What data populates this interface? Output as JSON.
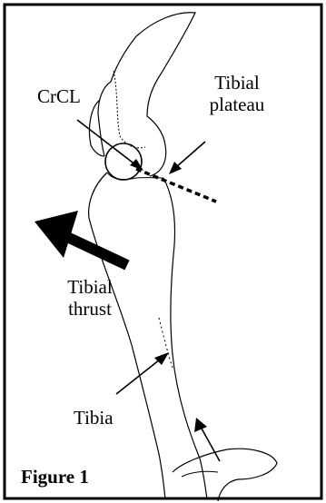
{
  "labels": {
    "crcl": "CrCL",
    "tibial_plateau_line1": "Tibial",
    "tibial_plateau_line2": "plateau",
    "tibial_thrust_line1": "Tibial",
    "tibial_thrust_line2": "thrust",
    "tibia": "Tibia"
  },
  "figure_label": "Figure 1",
  "colors": {
    "ink": "#000000",
    "background": "#ffffff"
  }
}
